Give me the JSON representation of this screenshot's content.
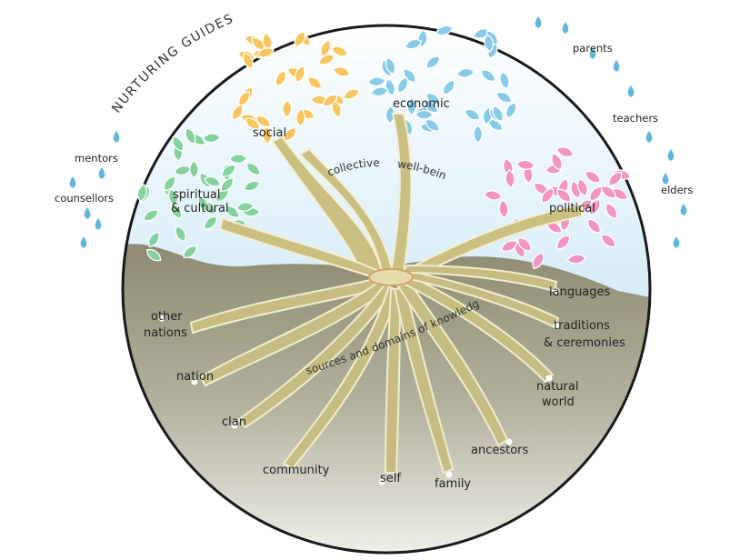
{
  "title": "NURTURING GUIDES",
  "guides": {
    "mentors": "mentors",
    "counsellors": "counsellors",
    "parents": "parents",
    "teachers": "teachers",
    "elders": "elders"
  },
  "branches": {
    "social": "social",
    "economic": "economic",
    "spiritual_line1": "spiritual",
    "spiritual_line2": "& cultural",
    "political": "political"
  },
  "trunk": {
    "collective": "collective",
    "well_being": "well-being"
  },
  "roots": {
    "sources_label": "sources and domains of knowledge",
    "languages": "languages",
    "traditions_line1": "traditions",
    "traditions_line2": "& ceremonies",
    "natural_line1": "natural",
    "natural_line2": "world",
    "ancestors": "ancestors",
    "family": "family",
    "self": "self",
    "community": "community",
    "clan": "clan",
    "nation": "nation",
    "other_nations_line1": "other",
    "other_nations_line2": "nations"
  },
  "colors": {
    "social_leaves": "#f5c35a",
    "economic_leaves": "#7fc7e6",
    "spiritual_leaves": "#7fd29a",
    "political_leaves": "#ee8fc0",
    "sky": "#cfe9f6",
    "earth": "#9e9a80",
    "tree": "#c9bd7e",
    "rain": "#62b8de"
  }
}
